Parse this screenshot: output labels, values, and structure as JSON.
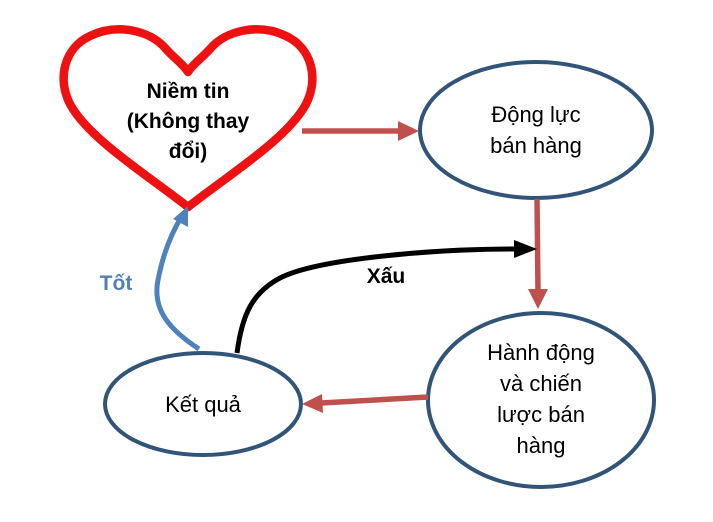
{
  "diagram": {
    "heart": {
      "lines": [
        "Niềm tin",
        "(Không thay",
        "đổi)"
      ]
    },
    "nodes": {
      "motivation": {
        "lines": [
          "Động lực",
          "bán hàng"
        ]
      },
      "action": {
        "lines": [
          "Hành động",
          "và chiến",
          "lược bán",
          "hàng"
        ]
      },
      "result": {
        "lines": [
          "Kết quả"
        ]
      }
    },
    "edge_labels": {
      "good": "Tốt",
      "bad": "Xấu"
    }
  },
  "colors": {
    "heart_stroke": "#ee1111",
    "ellipse_stroke": "#315479",
    "arrow_red": "#c0504d",
    "arrow_blue": "#4f81bd",
    "arrow_black": "#000000",
    "label_good": "#4f81bd",
    "label_bad": "#000000"
  }
}
